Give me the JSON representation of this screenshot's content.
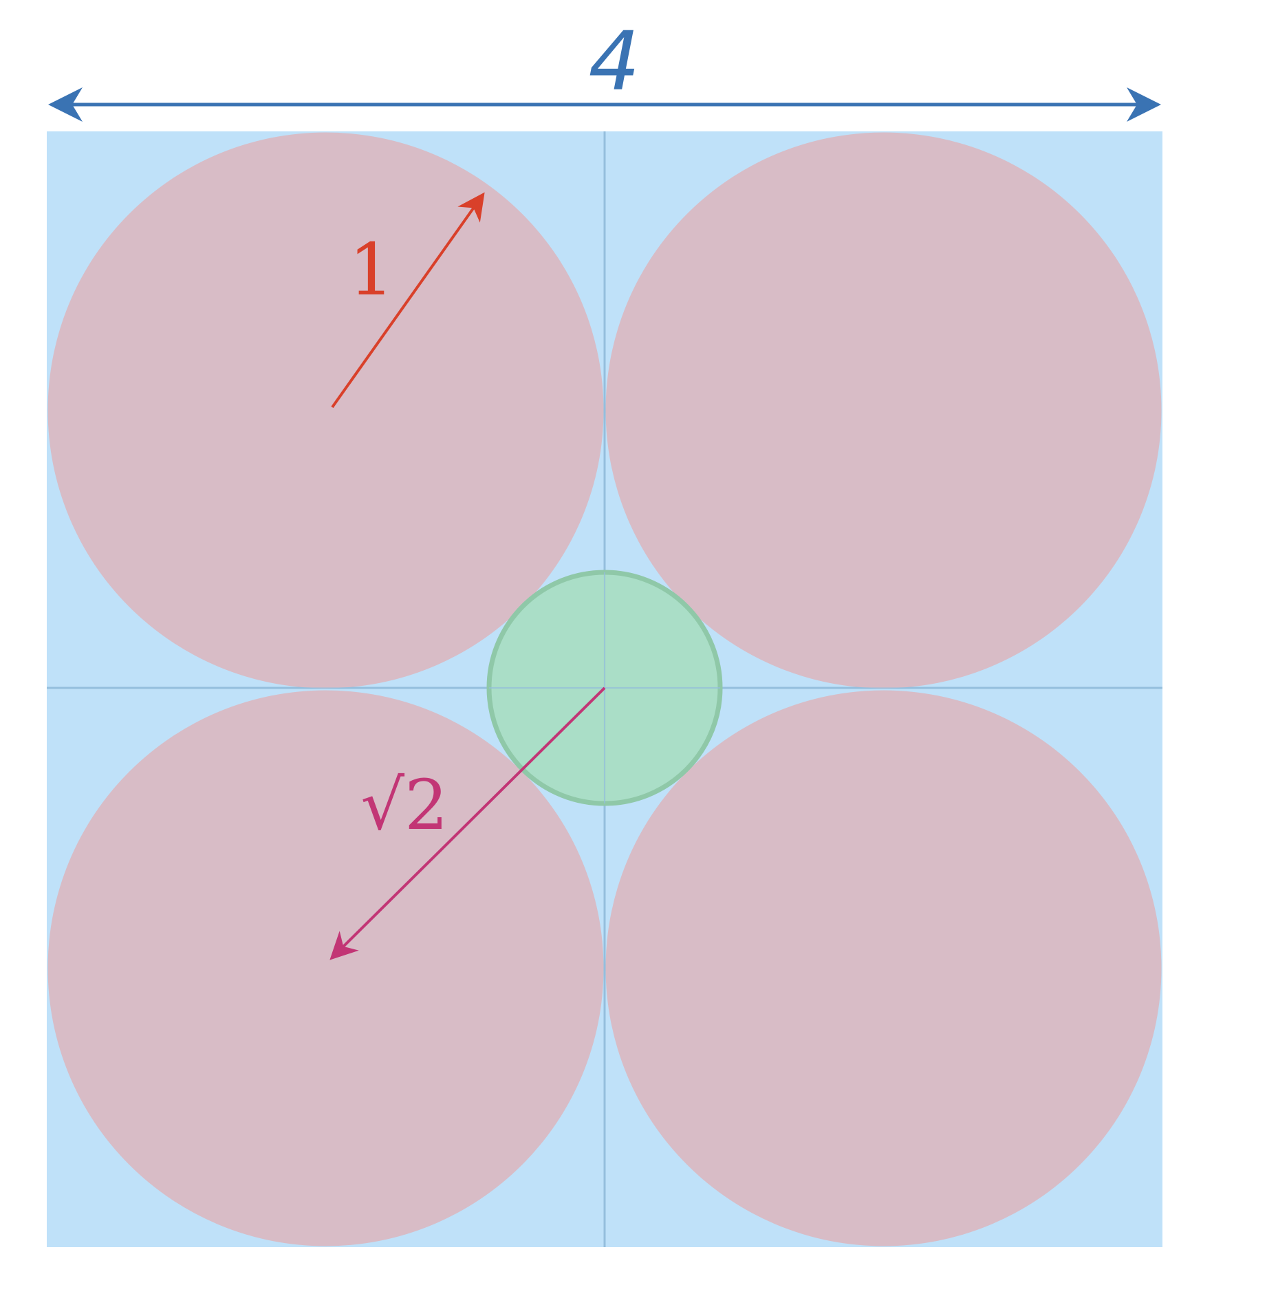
{
  "diagram": {
    "width_label": "4",
    "radius_label": "1",
    "diagonal_label": "√2",
    "colors": {
      "square_fill": "#bfe1f9",
      "large_circle_fill": "#d8bcc6",
      "small_circle_fill": "#a8ddc2",
      "small_circle_stroke": "#8fc8a8",
      "midline": "#94bedd",
      "width_arrow": "#3a73b3",
      "radius_arrow": "#d9402a",
      "diagonal_arrow": "#c23575"
    }
  }
}
